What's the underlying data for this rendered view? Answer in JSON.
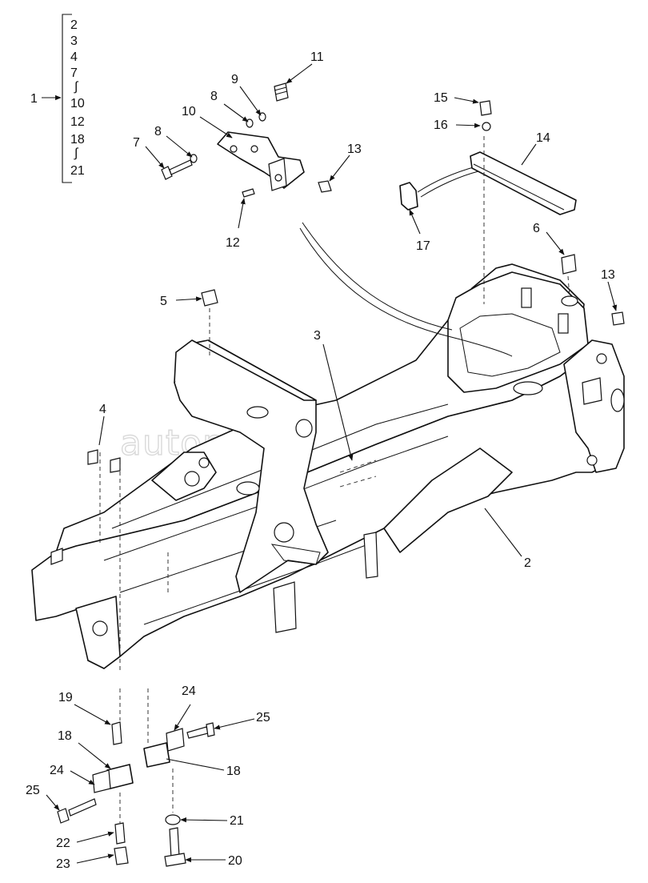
{
  "watermark": "autopiter.ru",
  "legend": {
    "group_label": "1",
    "items": [
      "2",
      "3",
      "4",
      "7",
      "∫",
      "10",
      "12",
      "18",
      "∫",
      "21"
    ]
  },
  "callouts": {
    "c2": "2",
    "c3": "3",
    "c4": "4",
    "c5": "5",
    "c6": "6",
    "c7": "7",
    "c8a": "8",
    "c8b": "8",
    "c9": "9",
    "c10": "10",
    "c11": "11",
    "c12": "12",
    "c13a": "13",
    "c13b": "13",
    "c14": "14",
    "c15": "15",
    "c16": "16",
    "c17": "17",
    "c18a": "18",
    "c18b": "18",
    "c19": "19",
    "c20": "20",
    "c21": "21",
    "c22": "22",
    "c23": "23",
    "c24a": "24",
    "c24b": "24",
    "c25a": "25",
    "c25b": "25"
  }
}
